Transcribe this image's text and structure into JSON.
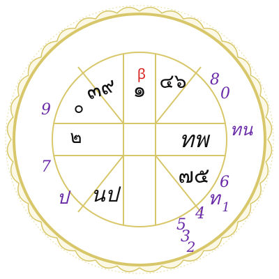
{
  "colors": {
    "frame": "#d8c76a",
    "scallop_fill": "#fbf8e6",
    "black": "#111111",
    "purple": "#6a2aa8",
    "red": "#d81e1e"
  },
  "houses": {
    "top_left": "๓๙",
    "top_center": "๑",
    "top_center_mark": "ꞵ",
    "top_right": "๔๖",
    "left_upper": "๐",
    "left_lower": "๒",
    "right": "ทพ",
    "bottom_left": "นป",
    "bottom_right": "๗๕"
  },
  "outer": {
    "n8": "8",
    "n0": "0",
    "n9": "9",
    "n7": "7",
    "n6": "6",
    "n1": "1",
    "n4": "4",
    "n5": "5",
    "n3": "3",
    "n2": "2",
    "tn": "ทน",
    "th": "ท",
    "b": "ป"
  }
}
